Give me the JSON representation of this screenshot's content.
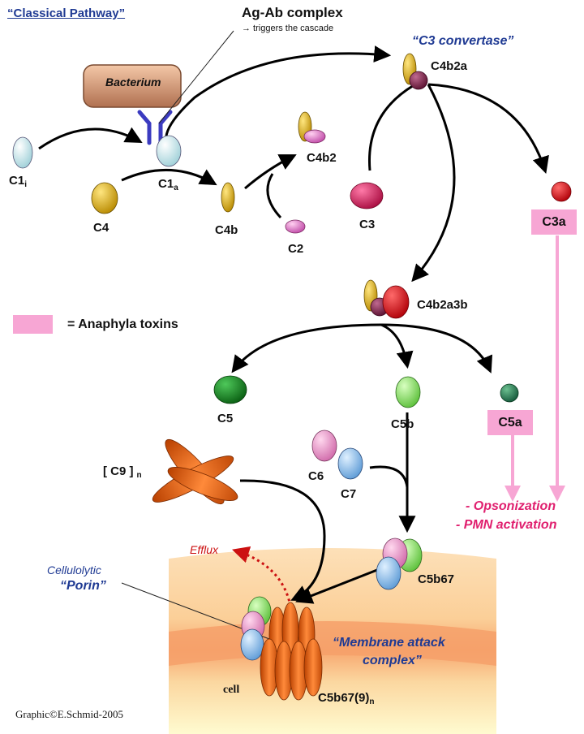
{
  "title": "“Classical Pathway”",
  "agab": {
    "title": "Ag-Ab complex",
    "note": "→ triggers the cascade"
  },
  "bacterium": "Bacterium",
  "c3_convertase": "“C3 convertase”",
  "labels": {
    "c1i_base": "C1",
    "c1i_sub": "i",
    "c1a_base": "C1",
    "c1a_sub": "a",
    "c4": "C4",
    "c4b": "C4b",
    "c2": "C2",
    "c4b2": "C4b2",
    "c4b2a": "C4b2a",
    "c3": "C3",
    "c4b2a3b": "C4b2a3b",
    "c5": "C5",
    "c5b": "C5b",
    "c6": "C6",
    "c7": "C7",
    "c9_base": "[ C9 ]",
    "c9_sub": "n",
    "c5b67": "C5b67",
    "mac_base": "C5b67(9)",
    "mac_sub": "n",
    "cell": "cell"
  },
  "anaphylatoxins": {
    "c3a": "C3a",
    "c5a": "C5a",
    "legend": "= Anaphyla toxins"
  },
  "effects": [
    "- Opsonization",
    "- PMN activation"
  ],
  "efflux": "Efflux",
  "porin": {
    "line1": "Cellulolytic",
    "line2": "“Porin”"
  },
  "mac": {
    "line1": "“Membrane attack",
    "line2": "complex”"
  },
  "credit": "Graphic©E.Schmid-2005",
  "colors": {
    "title_blue": "#1f3a93",
    "anaphylatoxin_pink": "#f7a6d4",
    "effect_text": "#e0206f",
    "efflux_red": "#cc1111",
    "c1": "#c8ecef",
    "c4": "#d9a80c",
    "c2": "#e58ccf",
    "c3": "#d61a5f",
    "c3b": "#e00010",
    "c5": "#138a20",
    "c5b": "#8fe06a",
    "c5a": "#1f7a45",
    "c6": "#e99acc",
    "c7": "#8ec1ea",
    "c9": "#e8641a",
    "antibody": "#3b3bc0",
    "bacterium": "#d9a07e"
  }
}
